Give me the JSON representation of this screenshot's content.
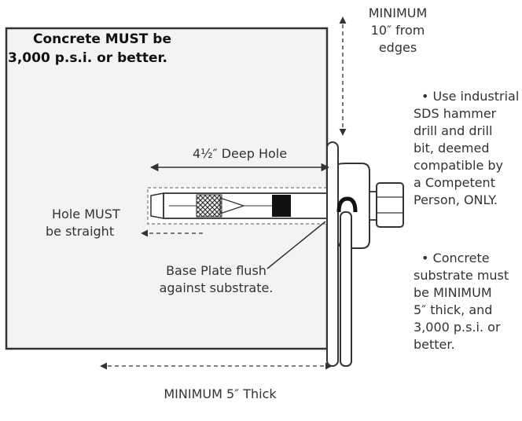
{
  "concrete_note": {
    "line1": "Concrete MUST be",
    "line2": "3,000 p.s.i. or better."
  },
  "edge_distance": {
    "line1": "MINIMUM",
    "line2": "10″ from",
    "line3": "edges"
  },
  "hole_depth_label": "4½″ Deep Hole",
  "hole_straight": {
    "line1": "Hole MUST",
    "line2": "be straight"
  },
  "base_plate": {
    "line1": "Base Plate flush",
    "line2": "against substrate."
  },
  "thickness_label": "MINIMUM 5″ Thick",
  "instructions": {
    "drill": [
      "• Use industrial",
      "SDS hammer",
      "drill and drill",
      "bit, deemed",
      "compatible by",
      "a Competent",
      "Person, ONLY."
    ],
    "substrate": [
      "• Concrete",
      "substrate must",
      "be MINIMUM",
      "5″ thick, and",
      "3,000 p.s.i. or",
      "better."
    ]
  },
  "colors": {
    "concrete_fill": "#f3f3f3",
    "outline": "#333333",
    "text": "#333333"
  }
}
